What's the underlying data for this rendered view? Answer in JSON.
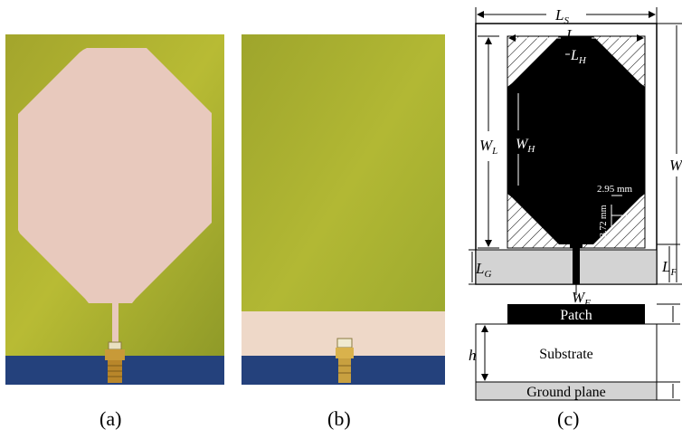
{
  "captions": {
    "a": "(a)",
    "b": "(b)",
    "c": "(c)"
  },
  "diagram": {
    "labels": {
      "LS": "L",
      "LS_sub": "S",
      "LL": "L",
      "LL_sub": "L",
      "LH": "L",
      "LH_sub": "H",
      "WL": "W",
      "WL_sub": "L",
      "WH": "W",
      "WH_sub": "H",
      "WS": "W",
      "WS_sub": "S",
      "LG": "L",
      "LG_sub": "G",
      "LF": "L",
      "LF_sub": "F",
      "WF": "W",
      "WF_sub": "F",
      "h": "h",
      "dim1": "2.95 mm",
      "dim2": "3.72 mm"
    },
    "cross_section": {
      "patch": "Patch",
      "substrate": "Substrate",
      "ground": "Ground plane"
    }
  },
  "colors": {
    "board_green": "#a8b42c",
    "copper": "#e8c4b8",
    "table_blue": "#24417c",
    "ground_gray": "#d3d3d3",
    "patch_black": "#000000"
  }
}
